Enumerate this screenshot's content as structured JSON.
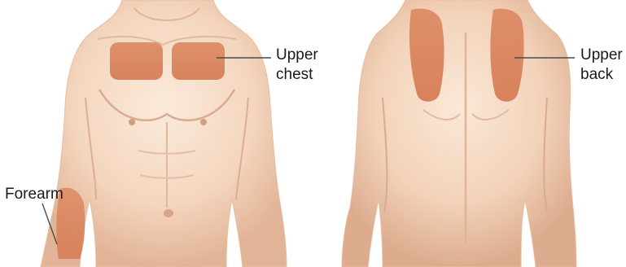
{
  "labels": {
    "upper_chest": [
      "Upper",
      "chest"
    ],
    "upper_back": [
      "Upper",
      "back"
    ],
    "forearm": "Forearm"
  },
  "colors": {
    "skin_light": "#f8e4d2",
    "skin_mid": "#f0cdb3",
    "skin_shadow": "#d9a98c",
    "highlight_patch": "#d9825a",
    "leader_line": "#4a4a4a",
    "text": "#1a1a1a"
  }
}
